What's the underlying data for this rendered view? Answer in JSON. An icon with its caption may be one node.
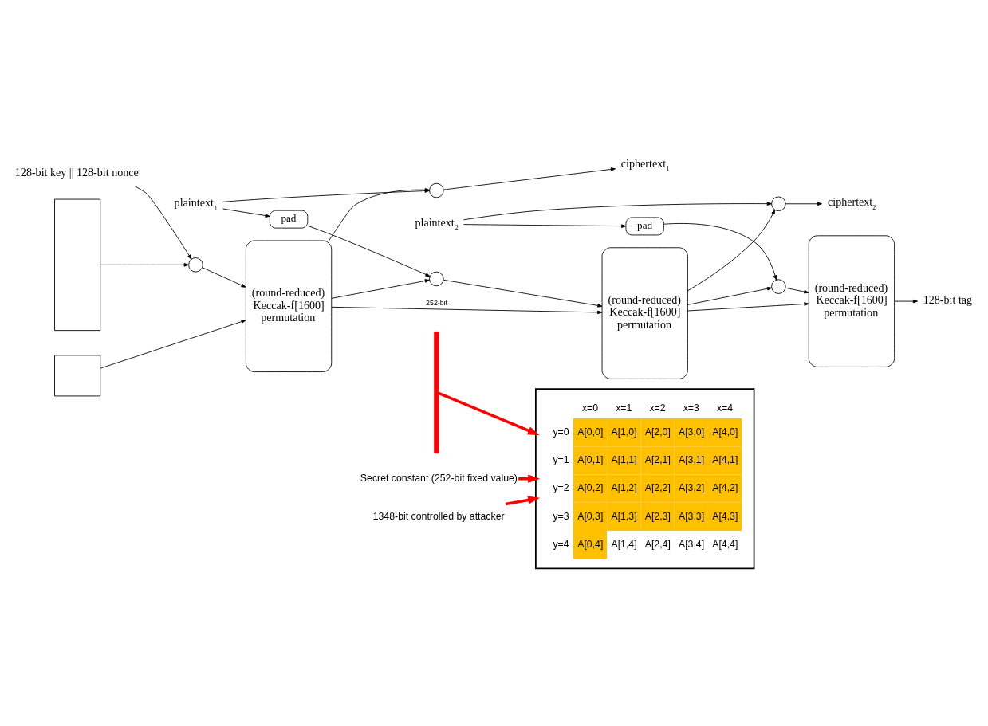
{
  "diagram": {
    "nodes": [
      {
        "text": [],
        "shape": "box"
      },
      {
        "text": [],
        "shape": "box"
      },
      {
        "text": [
          "128-bit key || 128-bit nonce"
        ]
      },
      {
        "text": [],
        "shape": "circle"
      },
      {
        "text": [
          "(round-reduced) Keccak-f[1600] permutation"
        ]
      },
      {
        "text": [
          "ciphertext$_{1}$"
        ]
      },
      {
        "text": [],
        "shape": "circle"
      },
      {
        "text": [
          "plaintext$_{1}$"
        ]
      },
      {
        "text": [
          "pad"
        ]
      },
      {
        "text": [],
        "shape": "circle"
      },
      {
        "text": [],
        "shape": "bar"
      },
      {
        "text": [
          "(round-reduced) Keccak-f[1600] permutation"
        ]
      },
      {
        "text": [
          "ciphertext$_{2}$"
        ]
      },
      {
        "text": [],
        "shape": "circle"
      },
      {
        "text": [
          "plaintext$_{2}$"
        ]
      },
      {
        "text": [
          "pad"
        ]
      },
      {
        "text": [],
        "shape": "circle"
      },
      {
        "text": [
          "(round-reduced) Keccak-f[1600] permutation"
        ]
      },
      {
        "text": [
          "128-bit tag"
        ]
      },
      {
        "text": [
          "1348-bit controlled by attacker"
        ]
      },
      {
        "text": [
          "Secret constant (252-bit fixed value)"
        ]
      },
      {
        "text": [],
        "shape": "box"
      }
    ],
    "edges": [
      {
        "from": 0,
        "to": 3,
        "arrow": "to"
      },
      {
        "from": 2,
        "to": 3,
        "arrow": "to"
      },
      {
        "from": 3,
        "to": 4,
        "arrow": "to"
      },
      {
        "from": 1,
        "to": 4,
        "arrow": "to"
      },
      {
        "from": 4,
        "to": 6,
        "arrow": "to"
      },
      {
        "from": 6,
        "to": 5,
        "arrow": "to"
      },
      {
        "from": 7,
        "to": 6,
        "arrow": "to"
      },
      {
        "from": 7,
        "to": 8,
        "arrow": "to"
      },
      {
        "from": 4,
        "to": 9,
        "arrow": "to"
      },
      {
        "from": 8,
        "to": 9,
        "arrow": "to"
      },
      {
        "from": 9,
        "to": 11,
        "arrow": "to"
      },
      {
        "from": 4,
        "to": 11,
        "label": "252-bit",
        "arrow": "to"
      },
      {
        "from": 10,
        "to": 21,
        "arrow": "to",
        "style": "thick",
        "color": "#ff0000"
      },
      {
        "from": 11,
        "to": 13,
        "arrow": "to"
      },
      {
        "from": 13,
        "to": 12,
        "arrow": "to"
      },
      {
        "from": 14,
        "to": 13,
        "arrow": "to"
      },
      {
        "from": 14,
        "to": 15,
        "arrow": "to"
      },
      {
        "from": 11,
        "to": 16,
        "arrow": "to"
      },
      {
        "from": 15,
        "to": 16,
        "arrow": "to"
      },
      {
        "from": 16,
        "to": 17,
        "arrow": "to"
      },
      {
        "from": 11,
        "to": 17,
        "arrow": "to"
      },
      {
        "from": 17,
        "to": 18,
        "arrow": "to"
      },
      {
        "from": 19,
        "to": 21,
        "arrow": "to",
        "style": "thick",
        "color": "#ff0000"
      },
      {
        "from": 20,
        "to": 21,
        "arrow": "to",
        "style": "thick",
        "color": "#ff0000"
      }
    ],
    "labels": [
      "x=0",
      "x=1",
      "x=2",
      "x=3",
      "x=4",
      "y=0",
      "A[0,0]",
      "A[1,0]",
      "A[2,0]",
      "A[3,0]",
      "A[4,0]",
      "y=1",
      "A[0,1]",
      "A[1,1]",
      "A[2,1]",
      "A[3,1]",
      "A[4,1]",
      "y=2",
      "A[0,2]",
      "A[1,2]",
      "A[2,2]",
      "A[3,2]",
      "A[4,2]",
      "y=3",
      "A[0,3]",
      "A[1,3]",
      "A[2,3]",
      "A[3,3]",
      "A[4,3]",
      "y=4",
      "A[0,4]",
      "A[1,4]",
      "A[2,4]",
      "A[3,4]",
      "A[4,4]"
    ]
  }
}
